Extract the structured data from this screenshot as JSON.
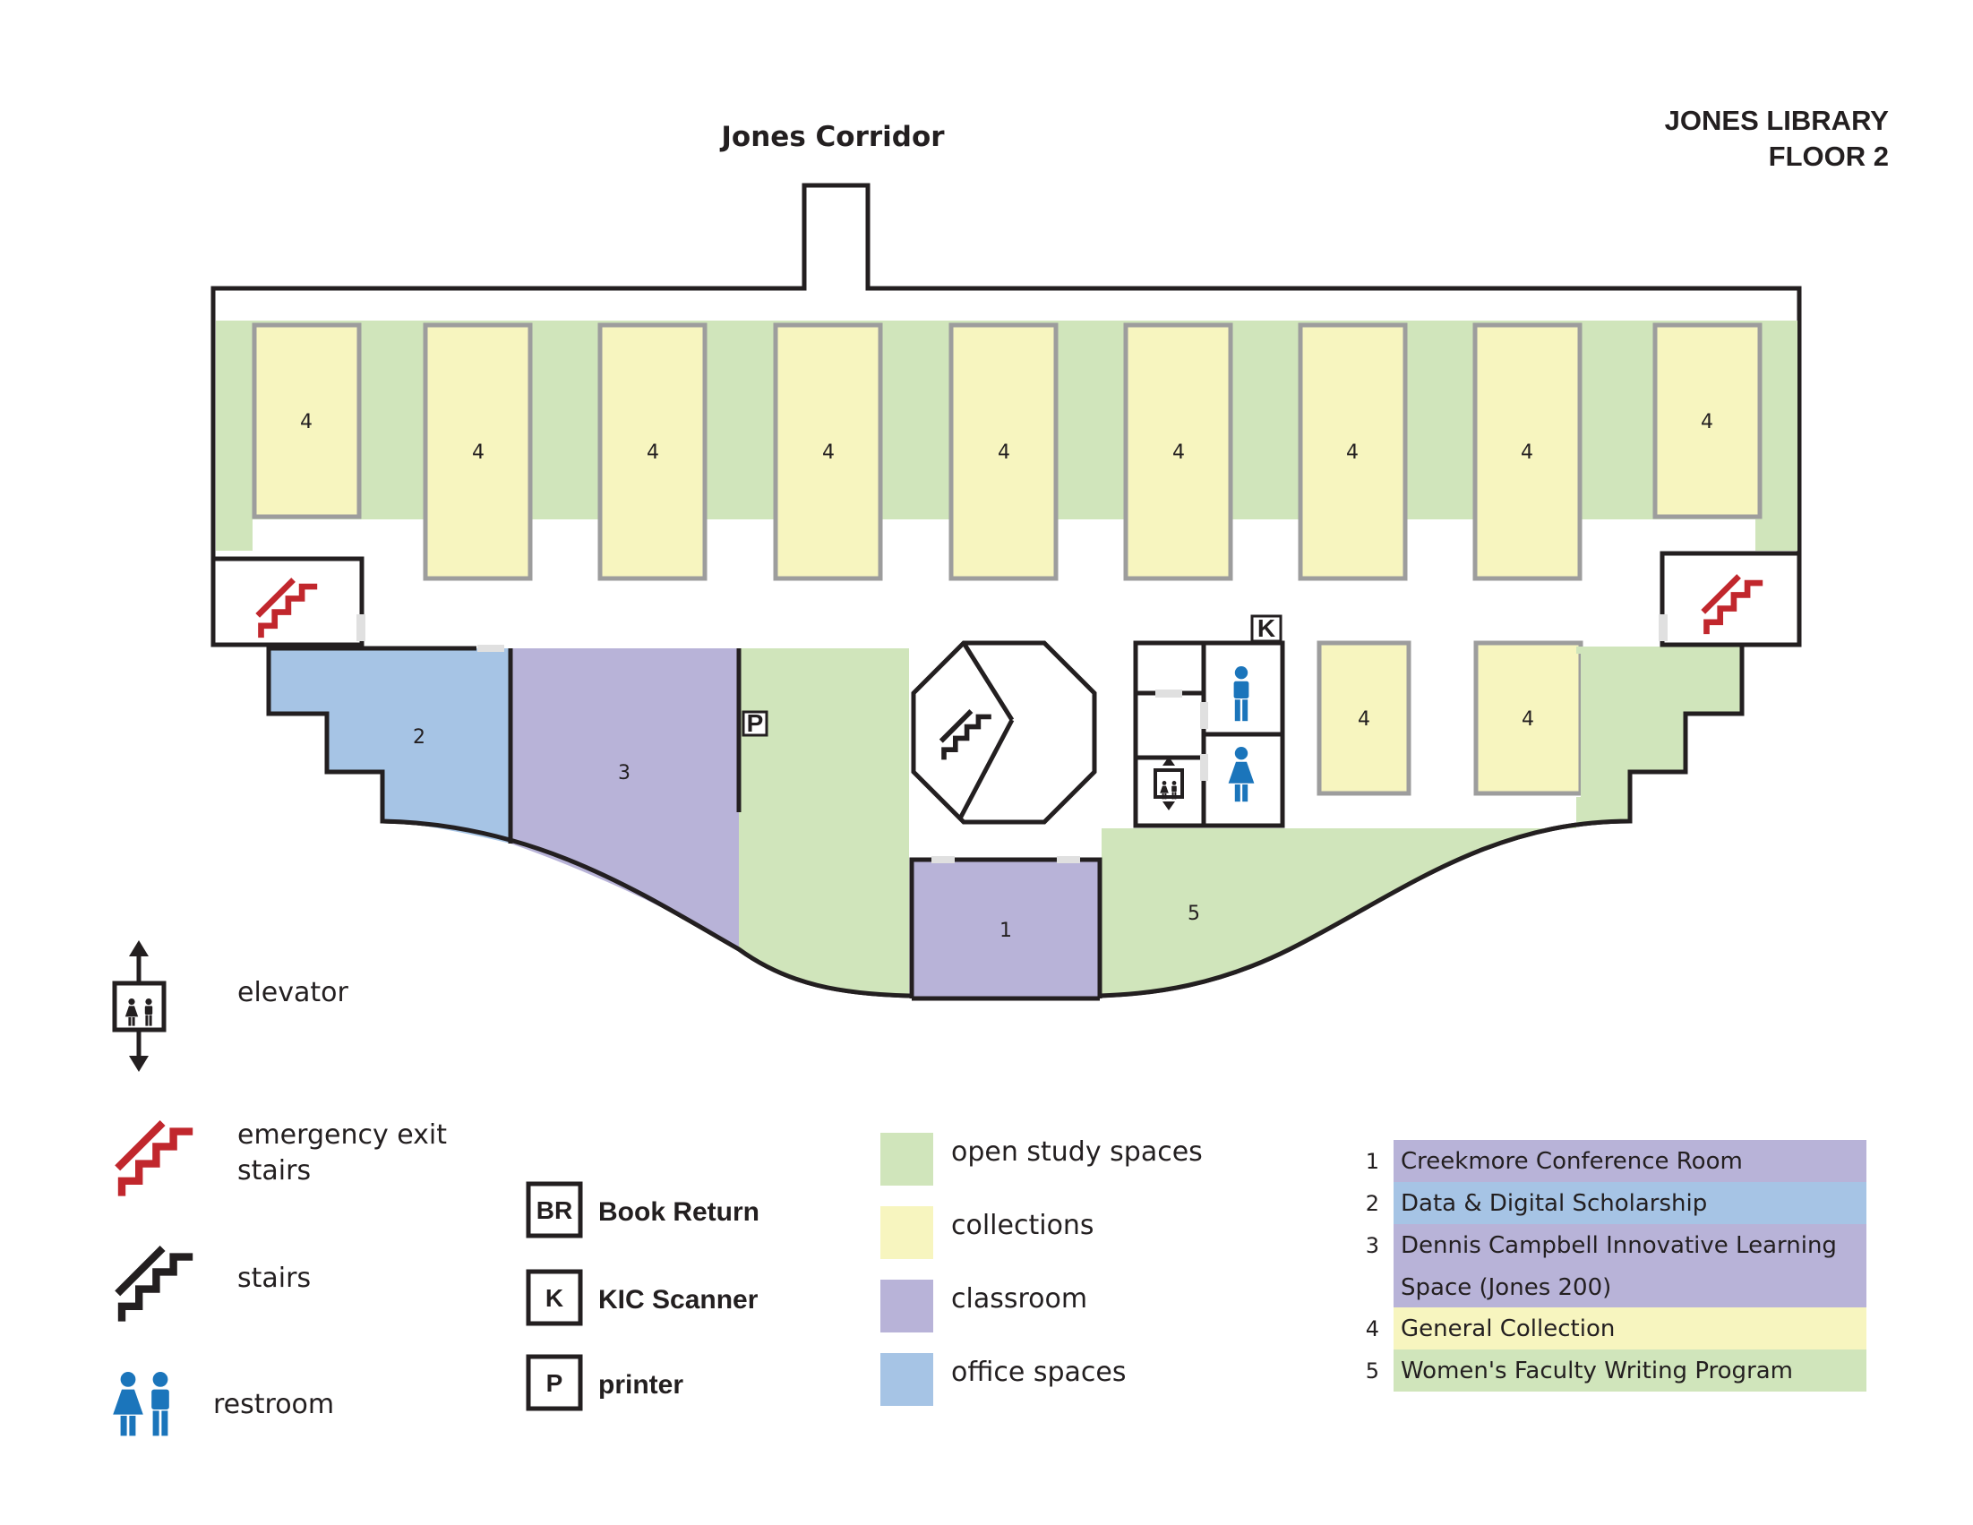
{
  "title": {
    "line1": "JONES LIBRARY",
    "line2": "FLOOR 2"
  },
  "entrance_label": "Jones Corridor",
  "colors": {
    "open_study": "#d0e5bb",
    "collections": "#f7f5bf",
    "classroom": "#b8b3d8",
    "office": "#a6c4e5",
    "exit_red": "#c1272d",
    "restroom_blue": "#1b75bb",
    "wall": "#231f20",
    "shelf_outline": "#9d9d9d"
  },
  "map_labels": {
    "shelf": "4",
    "room1": "1",
    "room2": "2",
    "room3": "3",
    "room5": "5",
    "printer": "P",
    "scanner": "K"
  },
  "legend_icons": [
    {
      "icon": "elevator-icon",
      "label": "elevator"
    },
    {
      "icon": "emergency-exit-stairs-icon",
      "label_line1": "emergency exit",
      "label_line2": "stairs"
    },
    {
      "icon": "stairs-icon",
      "label": "stairs"
    },
    {
      "icon": "restroom-icon",
      "label": "restroom"
    }
  ],
  "legend_services": [
    {
      "code": "BR",
      "label": "Book Return"
    },
    {
      "code": "K",
      "label": "KIC Scanner"
    },
    {
      "code": "P",
      "label": "printer"
    }
  ],
  "legend_colors": [
    {
      "color": "#d0e5bb",
      "label": "open study spaces"
    },
    {
      "color": "#f7f5bf",
      "label": "collections"
    },
    {
      "color": "#b8b3d8",
      "label": "classroom"
    },
    {
      "color": "#a6c4e5",
      "label": "office spaces"
    }
  ],
  "room_key": [
    {
      "num": "1",
      "label": "Creekmore Conference Room",
      "color": "#b8b3d8"
    },
    {
      "num": "2",
      "label": "Data & Digital Scholarship",
      "color": "#a6c4e5"
    },
    {
      "num": "3",
      "label_line1": "Dennis Campbell Innovative Learning",
      "label_line2": "Space (Jones 200)",
      "color": "#b8b3d8"
    },
    {
      "num": "4",
      "label": "General Collection",
      "color": "#f7f5bf"
    },
    {
      "num": "5",
      "label": "Women's Faculty Writing Program",
      "color": "#d0e5bb"
    }
  ]
}
